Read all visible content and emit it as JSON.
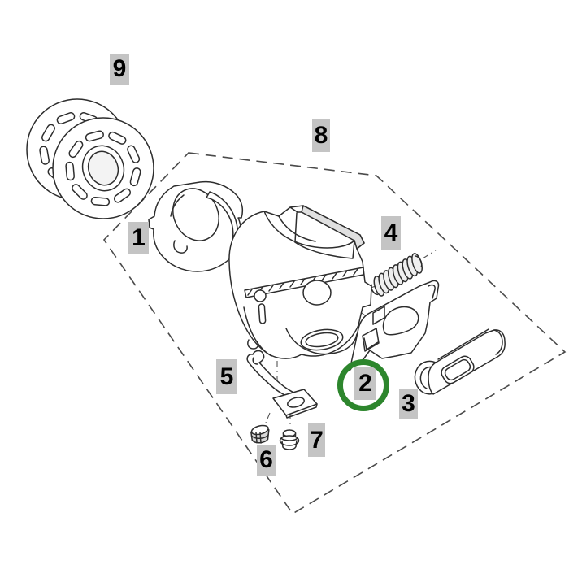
{
  "diagram": {
    "kind": "exploded-parts-diagram",
    "labels": {
      "n1": {
        "text": "1"
      },
      "n2": {
        "text": "2"
      },
      "n3": {
        "text": "3"
      },
      "n4": {
        "text": "4"
      },
      "n5": {
        "text": "5"
      },
      "n6": {
        "text": "6"
      },
      "n7": {
        "text": "7"
      },
      "n8": {
        "text": "8"
      },
      "n9": {
        "text": "9"
      }
    },
    "highlight": {
      "label": "2",
      "ring_color": "#2d862d"
    },
    "colors": {
      "background": "#ffffff",
      "line": "#2d2d2d",
      "dash_outline": "#4a4a4a",
      "label_bg": "#c4c4c4",
      "label_text": "#000000"
    },
    "figures": [
      "spool-sprocket-drawing",
      "retainer-plate-drawing",
      "clutch-housing-drawing",
      "coil-spring-drawing",
      "highlighted-plate-drawing",
      "clip-plate-drawing",
      "bracket-drawing",
      "sleeve-clip-drawing",
      "grommet-drawing",
      "assembly-boundary-outline"
    ]
  }
}
